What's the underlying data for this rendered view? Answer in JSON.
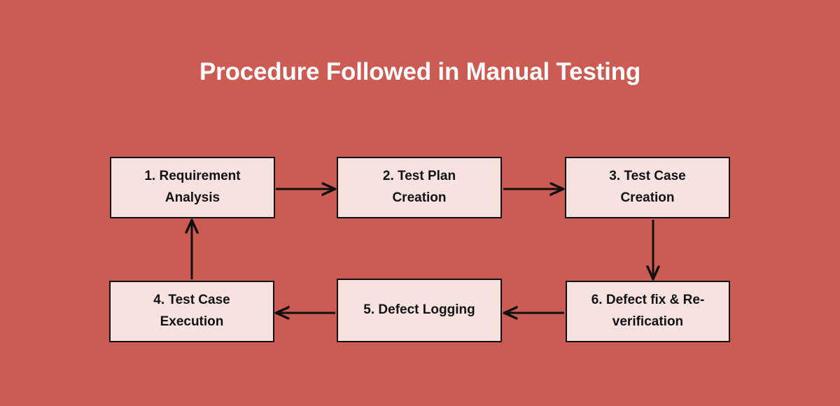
{
  "diagram": {
    "title": "Procedure Followed in Manual Testing",
    "type": "flowchart",
    "background_color": "#CC5B54",
    "node_fill_color": "#F6E3DF",
    "node_border_color": "#101010",
    "title_color": "#FFFFFF",
    "text_color": "#121212",
    "nodes": [
      {
        "id": "node-1",
        "label": "1. Requirement Analysis",
        "line1": "1. Requirement",
        "line2": "Analysis"
      },
      {
        "id": "node-2",
        "label": "2. Test Plan Creation",
        "line1": "2. Test Plan",
        "line2": "Creation"
      },
      {
        "id": "node-3",
        "label": "3. Test Case Creation",
        "line1": "3. Test Case",
        "line2": "Creation"
      },
      {
        "id": "node-4",
        "label": "4. Test Case Execution",
        "line1": "4. Test Case",
        "line2": "Execution"
      },
      {
        "id": "node-5",
        "label": "5. Defect Logging",
        "line1": "5. Defect Logging",
        "line2": ""
      },
      {
        "id": "node-6",
        "label": "6. Defect fix & Re-verification",
        "line1": "6. Defect fix & Re-",
        "line2": "verification"
      }
    ],
    "edges": [
      {
        "id": "edge-1-2",
        "from": "node-1",
        "to": "node-2",
        "direction": "right"
      },
      {
        "id": "edge-2-3",
        "from": "node-2",
        "to": "node-3",
        "direction": "right"
      },
      {
        "id": "edge-3-6",
        "from": "node-3",
        "to": "node-6",
        "direction": "down"
      },
      {
        "id": "edge-6-5",
        "from": "node-6",
        "to": "node-5",
        "direction": "left"
      },
      {
        "id": "edge-5-4",
        "from": "node-5",
        "to": "node-4",
        "direction": "left"
      },
      {
        "id": "edge-4-1",
        "from": "node-4",
        "to": "node-1",
        "direction": "up"
      }
    ]
  }
}
